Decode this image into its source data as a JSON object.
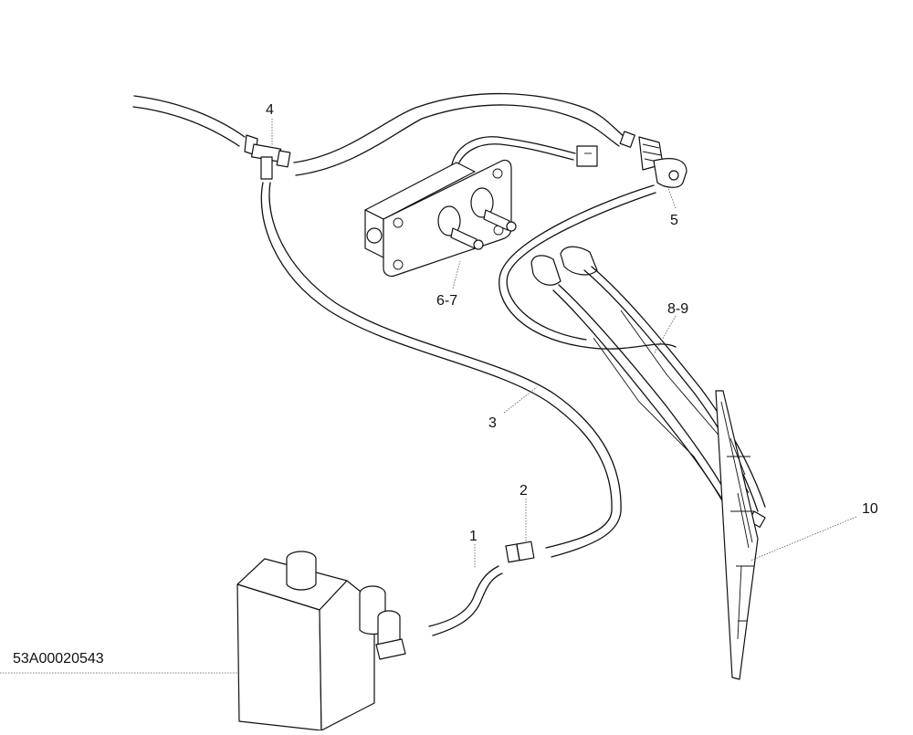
{
  "drawing_number": "53A00020543",
  "callouts": {
    "c1": "1",
    "c2": "2",
    "c3": "3",
    "c4": "4",
    "c5": "5",
    "c67": "6-7",
    "c89": "8-9",
    "c10": "10"
  }
}
